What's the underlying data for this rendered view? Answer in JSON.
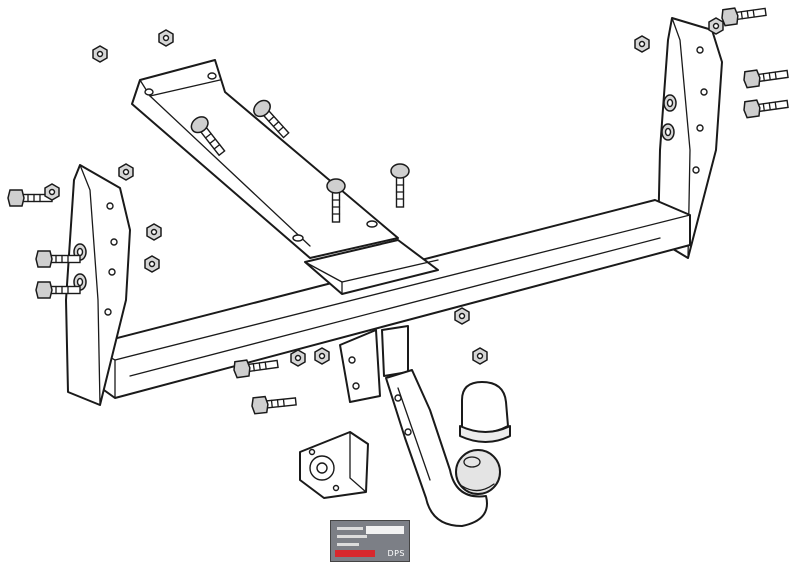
{
  "diagram": {
    "parts": [
      "crossbar",
      "left-side-bracket",
      "right-side-bracket",
      "center-mounting-plate",
      "tow-ball-neck",
      "tow-ball",
      "ball-cover",
      "socket-plate",
      "bolts",
      "nuts"
    ]
  },
  "plate": {
    "brand_mark": "DPS"
  },
  "colors": {
    "line": "#1a1a1a",
    "fill": "#ffffff",
    "plate_bg": "#7c7f86",
    "plate_accent": "#d8282d"
  }
}
